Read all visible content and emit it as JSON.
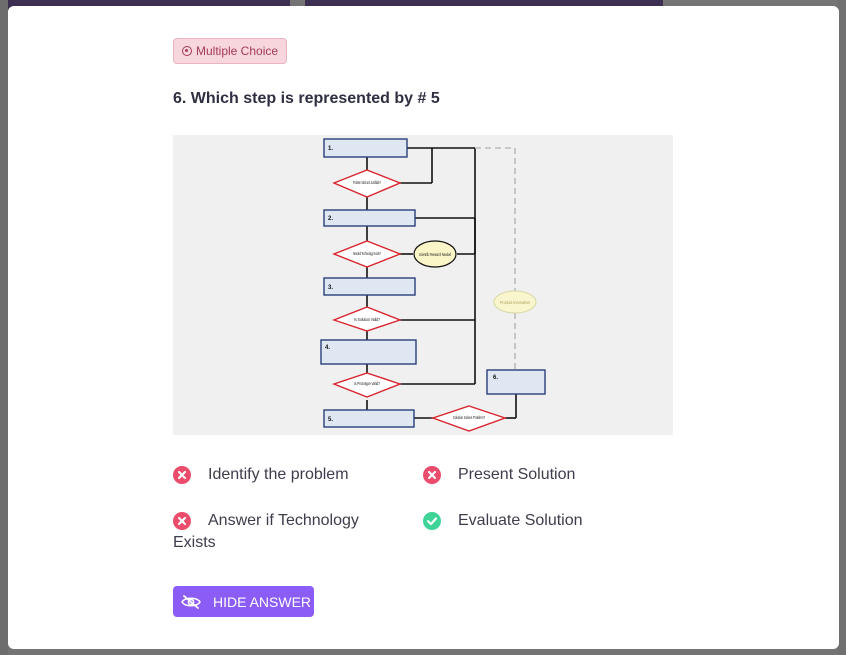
{
  "badge": {
    "label": "Multiple Choice",
    "icon": "radio-icon"
  },
  "question": {
    "text": "6. Which step is represented by # 5"
  },
  "figure": {
    "steps": [
      "1.",
      "2.",
      "3.",
      "4.",
      "5.",
      "6."
    ],
    "decisions": [
      "Problem Valid and Justifiable?",
      "Needed Technology Exists?",
      "Is Solution Valid?",
      "Is Prototype Valid?",
      "Solution Solves Problem?"
    ],
    "ovals": [
      "Scientific Research Needed",
      "Product Innovation"
    ]
  },
  "options": [
    {
      "label": "Identify the problem",
      "status": "wrong"
    },
    {
      "label": "Present Solution",
      "status": "wrong"
    },
    {
      "label": "Answer if Technology Exists",
      "status": "wrong"
    },
    {
      "label": "Evaluate Solution",
      "status": "correct"
    }
  ],
  "actions": {
    "hide_answer": "HIDE ANSWER"
  },
  "colors": {
    "accent": "#8b5cf6",
    "wrong": "#ec4c6b",
    "correct": "#3ed498",
    "badge_bg": "#f7d6dd"
  }
}
